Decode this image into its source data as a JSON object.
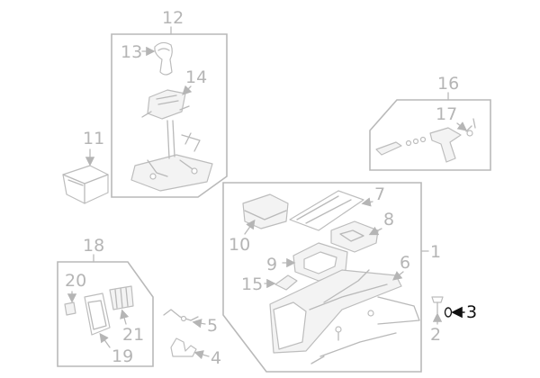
{
  "callouts": {
    "c1": "1",
    "c2": "2",
    "c3": "3",
    "c4": "4",
    "c5": "5",
    "c6": "6",
    "c7": "7",
    "c8": "8",
    "c9": "9",
    "c10": "10",
    "c11": "11",
    "c12": "12",
    "c13": "13",
    "c14": "14",
    "c15": "15",
    "c16": "16",
    "c17": "17",
    "c18": "18",
    "c19": "19",
    "c20": "20",
    "c21": "21"
  },
  "highlighted_callout": "3",
  "colors": {
    "line": "#b9b9b9",
    "label": "#b5b5b5",
    "highlight": "#111111"
  }
}
